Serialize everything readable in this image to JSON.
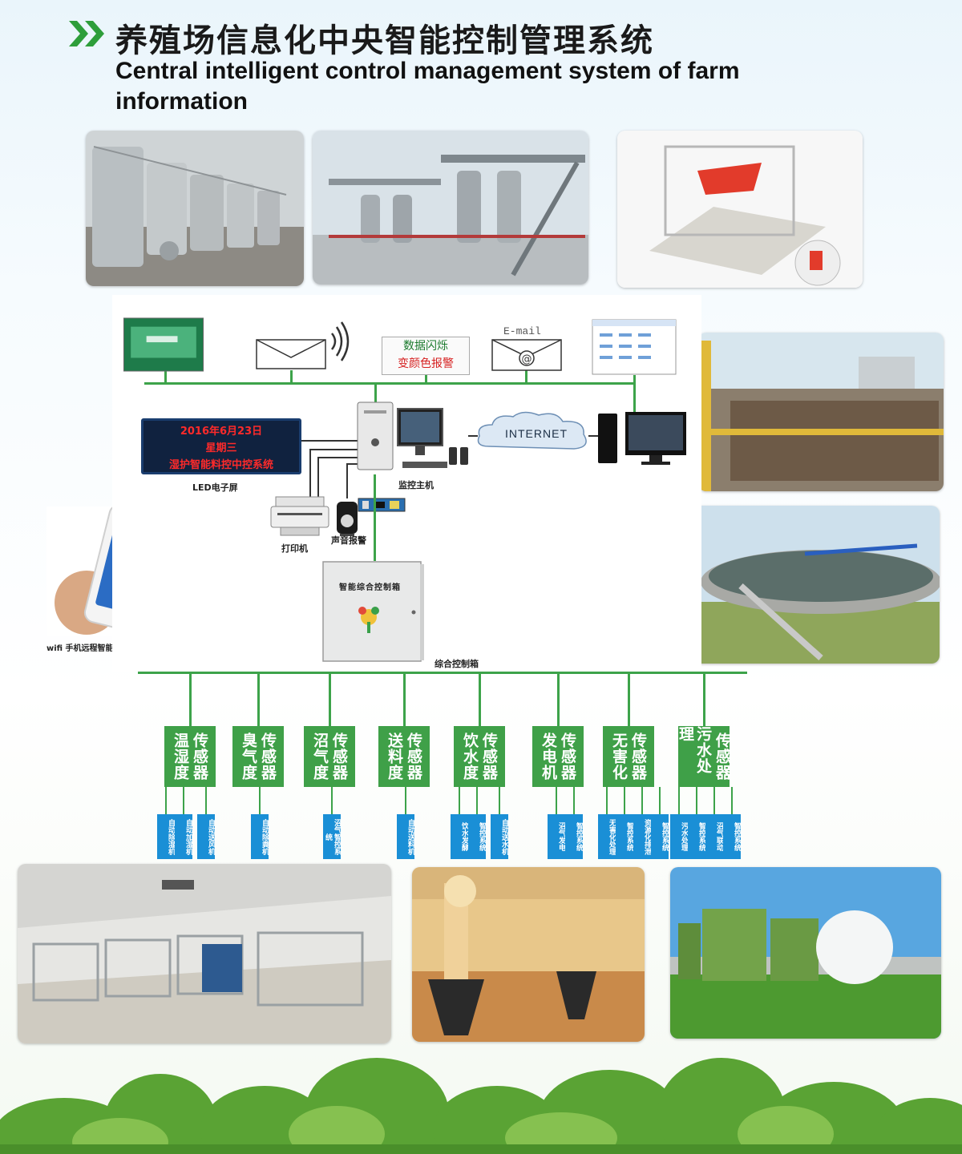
{
  "header": {
    "title_cn": "养殖场信息化中央智能控制管理系统",
    "title_en": "Central intelligent control management system of farm information"
  },
  "diagram": {
    "flash_line1": "数据闪烁",
    "flash_line2": "变颜色报警",
    "email_label": "E-mail",
    "internet_label": "INTERNET",
    "led_line1": "2016年6月23日",
    "led_line2": "星期三",
    "led_line3": "湿护智能料控中控系统",
    "led_label": "LED电子屏",
    "host_label": "监控主机",
    "printer_label": "打印机",
    "alarm_label": "声音报警",
    "box_face": "智能综合控制箱",
    "box_label": "综合控制箱",
    "wifi_label": "wifi 手机远程智能控制"
  },
  "sensors": [
    {
      "a": "温湿度",
      "b": "传感器"
    },
    {
      "a": "臭气度",
      "b": "传感器"
    },
    {
      "a": "沼气度",
      "b": "传感器"
    },
    {
      "a": "送料度",
      "b": "传感器"
    },
    {
      "a": "饮水度",
      "b": "传感器"
    },
    {
      "a": "发电机",
      "b": "传感器"
    },
    {
      "a": "无害化",
      "b": "传感器"
    },
    {
      "a": "污水处理",
      "b": "传感器"
    }
  ],
  "subsystems": [
    "自动除湿机",
    "自动加湿机",
    "自动送风机",
    "自动除粪机",
    "沼气智控系统",
    "自动送料机",
    "饮水发酵",
    "智控系统",
    "自动送水机",
    "沼气发电",
    "智控系统",
    "无害化处理",
    "智控系统",
    "资源化排泄",
    "智控系统",
    "污水处理",
    "智控系统",
    "沼气联动",
    "智控系统"
  ],
  "colors": {
    "accent_green": "#3fa048",
    "accent_blue": "#1a8fd6",
    "led_red": "#ff2a2a"
  }
}
